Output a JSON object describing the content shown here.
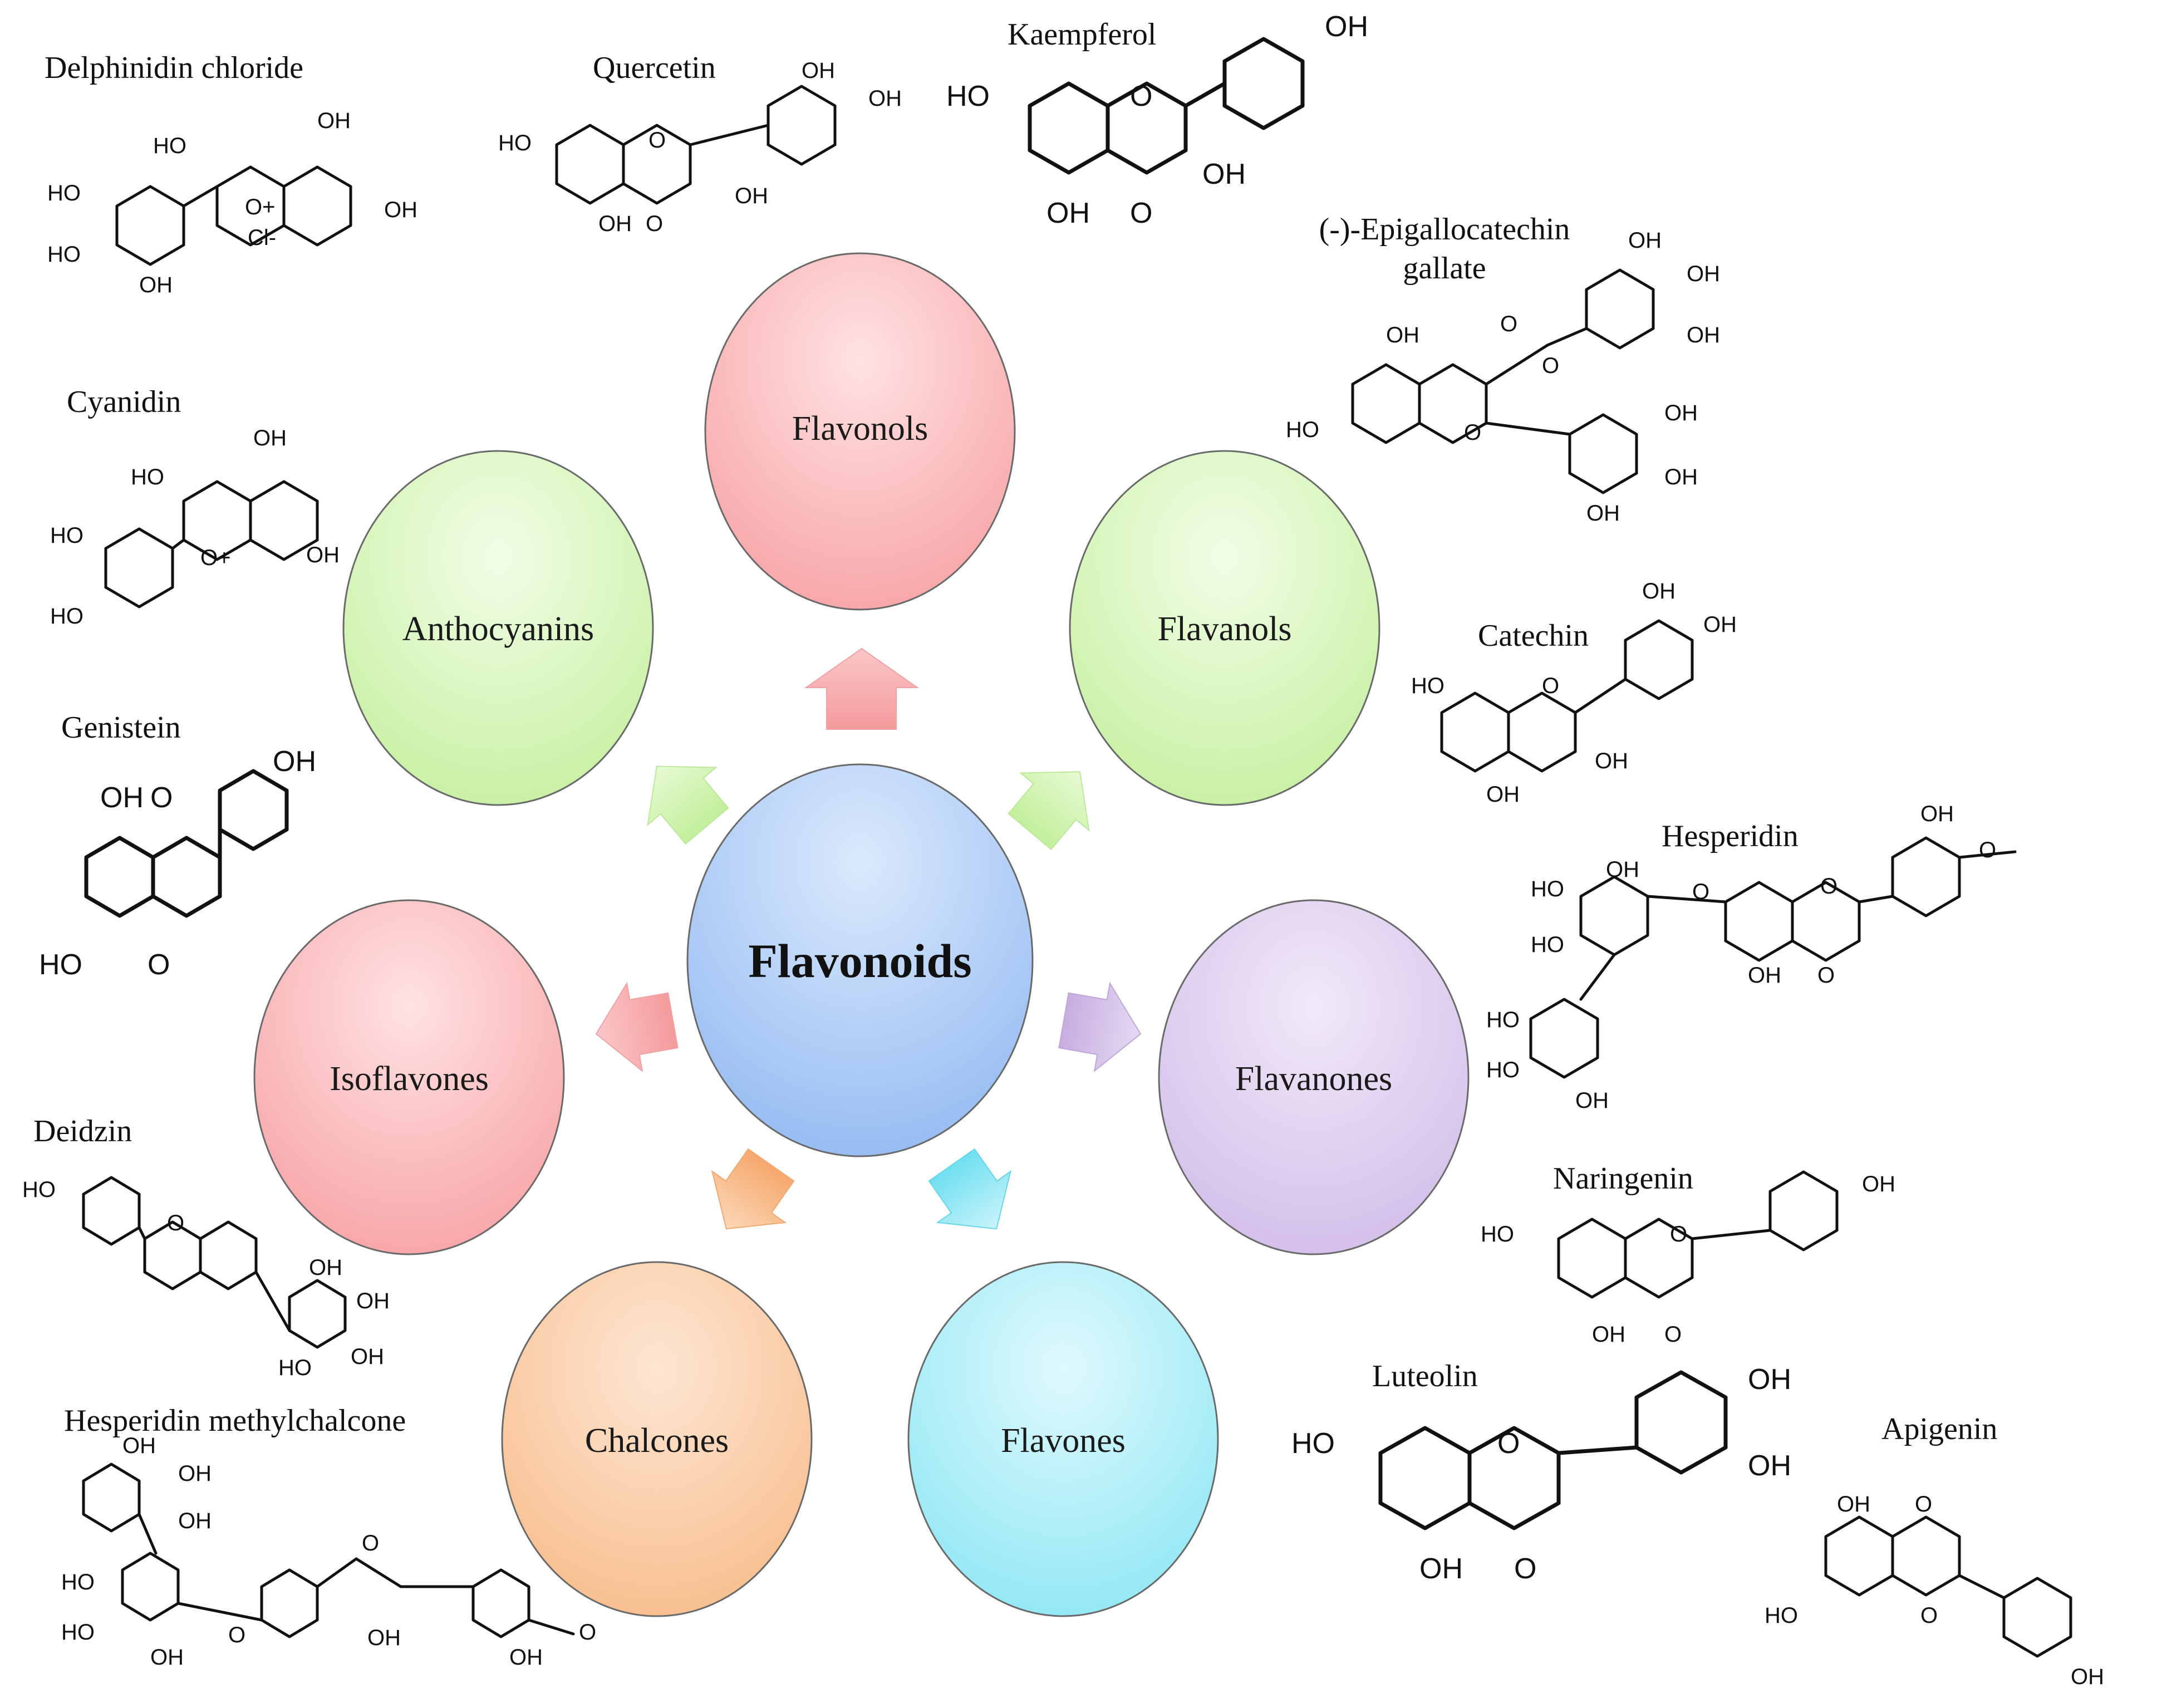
{
  "center": {
    "label": "Flavonoids",
    "color": "#a9c8f5"
  },
  "categories": [
    {
      "key": "flavonols",
      "label": "Flavonols",
      "color": "#f7a9aa"
    },
    {
      "key": "flavanols",
      "label": "Flavanols",
      "color": "#cdf2a9"
    },
    {
      "key": "flavanones",
      "label": "Flavanones",
      "color": "#d6c4ec"
    },
    {
      "key": "flavones",
      "label": "Flavones",
      "color": "#a5ecf6"
    },
    {
      "key": "chalcones",
      "label": "Chalcones",
      "color": "#f9c9a0"
    },
    {
      "key": "isoflavones",
      "label": "Isoflavones",
      "color": "#f7a9aa"
    },
    {
      "key": "anthocyanins",
      "label": "Anthocyanins",
      "color": "#cdf2a9"
    }
  ],
  "compounds": {
    "delphinidin_chloride": "Delphinidin chloride",
    "quercetin": "Quercetin",
    "kaempferol": "Kaempferol",
    "egcg_line1": "(-)-Epigallocatechin",
    "egcg_line2": "gallate",
    "cyanidin": "Cyanidin",
    "catechin": "Catechin",
    "genistein": "Genistein",
    "hesperidin": "Hesperidin",
    "deidzin": "Deidzin",
    "naringenin": "Naringenin",
    "luteolin": "Luteolin",
    "apigenin": "Apigenin",
    "hesperidin_methylchalcone": "Hesperidin  methylchalcone"
  },
  "atoms": {
    "oh": "OH",
    "ho": "HO",
    "o": "O",
    "o_plus": "O+",
    "cl_minus": "Cl-"
  }
}
